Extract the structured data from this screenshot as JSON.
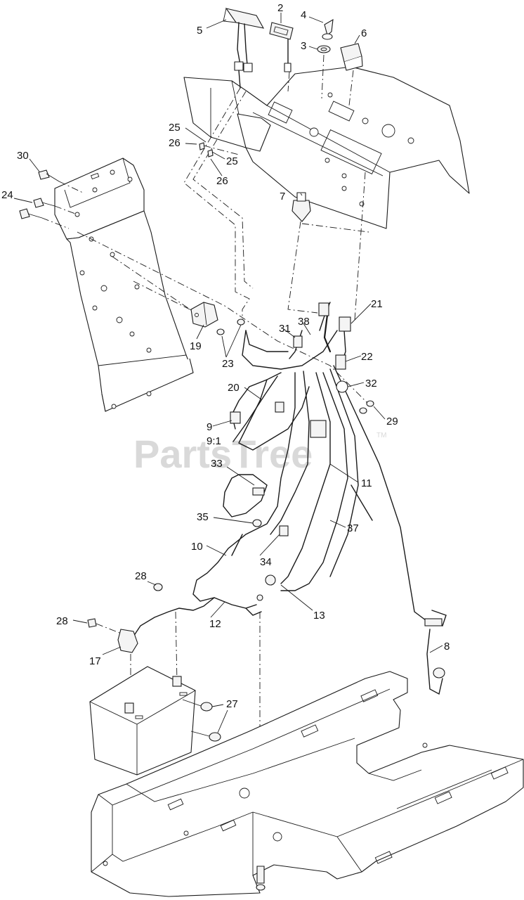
{
  "watermark": {
    "text": "PartsTree",
    "trademark": "TM"
  },
  "callouts": {
    "c1": "2",
    "c2": "4",
    "c3": "5",
    "c4": "3",
    "c5": "6",
    "c6": "25",
    "c7": "26",
    "c8": "25",
    "c9": "26",
    "c10": "30",
    "c11": "24",
    "c12": "7",
    "c13": "31",
    "c14": "38",
    "c15": "21",
    "c16": "22",
    "c17": "32",
    "c18": "29",
    "c19": "19",
    "c20": "23",
    "c21": "20",
    "c22": "9",
    "c23": "9:1",
    "c24": "11",
    "c25": "33",
    "c26": "35",
    "c27": "37",
    "c28": "10",
    "c29": "34",
    "c30": "28",
    "c31": "13",
    "c32": "28",
    "c33": "12",
    "c34": "17",
    "c35": "8",
    "c36": "27"
  }
}
